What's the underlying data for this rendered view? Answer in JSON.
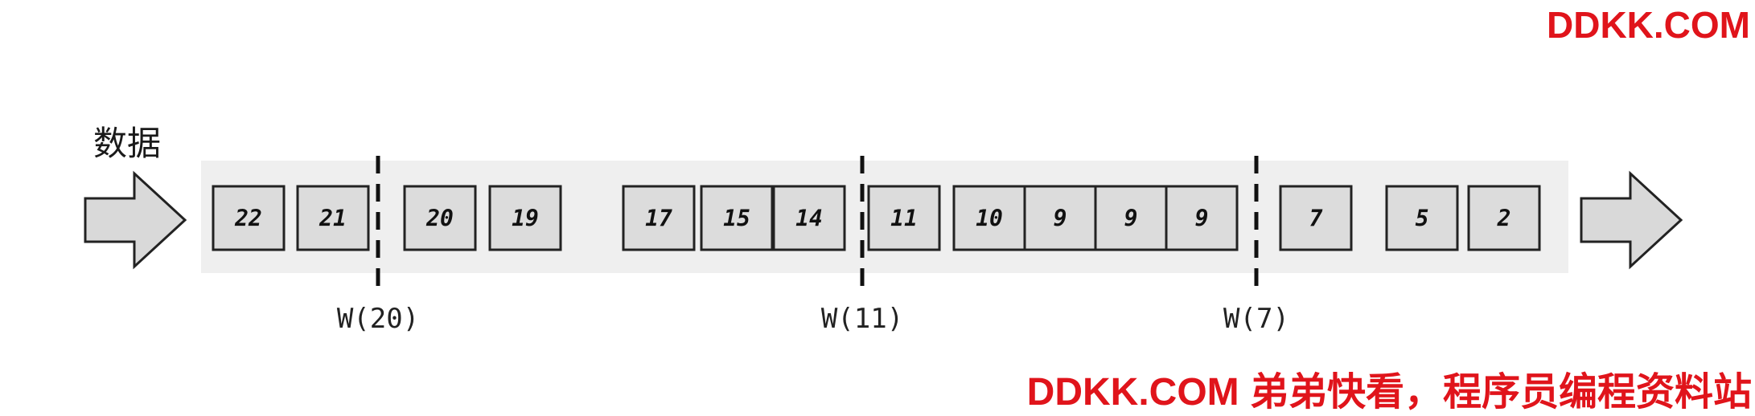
{
  "stream_label": "数据",
  "events": [
    {
      "value": "22"
    },
    {
      "value": "21"
    },
    {
      "value": "20"
    },
    {
      "value": "19"
    },
    {
      "value": "17"
    },
    {
      "value": "15"
    },
    {
      "value": "14"
    },
    {
      "value": "11"
    },
    {
      "value": "10"
    },
    {
      "value": "9"
    },
    {
      "value": "9"
    },
    {
      "value": "9"
    },
    {
      "value": "7"
    },
    {
      "value": "5"
    },
    {
      "value": "2"
    }
  ],
  "watermarks": [
    {
      "label": "W(20)"
    },
    {
      "label": "W(11)"
    },
    {
      "label": "W(7)"
    }
  ],
  "brand": {
    "top": "DDKK.COM",
    "bottom": "DDKK.COM 弟弟快看，程序员编程资料站"
  },
  "colors": {
    "stream_band": "#efefef",
    "box_fill": "#dcdcdc",
    "arrow_fill": "#d9d9d9",
    "brand_red": "#e0141b"
  }
}
